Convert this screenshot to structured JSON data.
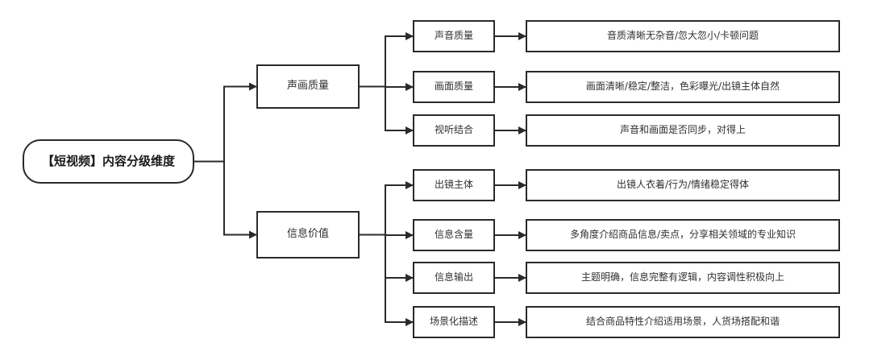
{
  "diagram": {
    "root": "【短视频】内容分级维度",
    "branches": [
      {
        "label": "声画质量",
        "children": [
          {
            "label": "声音质量",
            "desc": "音质清晰无杂音/忽大忽小/卡顿问题"
          },
          {
            "label": "画面质量",
            "desc": "画面清晰/稳定/整洁，色彩曝光/出镜主体自然"
          },
          {
            "label": "视听结合",
            "desc": "声音和画面是否同步，对得上"
          }
        ]
      },
      {
        "label": "信息价值",
        "children": [
          {
            "label": "出镜主体",
            "desc": "出镜人衣着/行为/情绪稳定得体"
          },
          {
            "label": "信息含量",
            "desc": "多角度介绍商品信息/卖点，分享相关领域的专业知识"
          },
          {
            "label": "信息输出",
            "desc": "主题明确，信息完整有逻辑，内容调性积极向上"
          },
          {
            "label": "场景化描述",
            "desc": "结合商品特性介绍适用场景，人货场搭配和谐"
          }
        ]
      }
    ]
  }
}
